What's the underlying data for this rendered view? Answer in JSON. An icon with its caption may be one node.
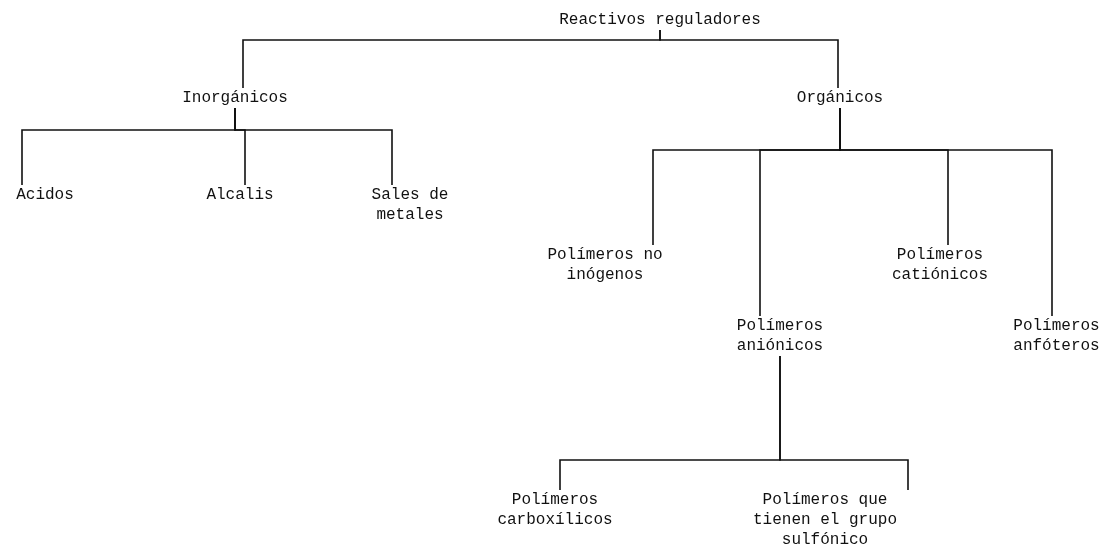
{
  "diagram": {
    "nodes": [
      {
        "text": [
          "Reactivos reguladores"
        ]
      },
      {
        "text": [
          "Inorgánicos"
        ]
      },
      {
        "text": [
          "Orgánicos"
        ]
      },
      {
        "text": [
          "Acidos"
        ]
      },
      {
        "text": [
          "Alcalis"
        ]
      },
      {
        "text": [
          "Sales de metales"
        ]
      },
      {
        "text": [
          "Polímeros no inógenos"
        ]
      },
      {
        "text": [
          "Polímeros aniónicos"
        ]
      },
      {
        "text": [
          "Polímeros catiónicos"
        ]
      },
      {
        "text": [
          "Polímeros anfóteros"
        ]
      },
      {
        "text": [
          "Polímeros carboxílicos"
        ]
      },
      {
        "text": [
          "Polímeros que tienen el grupo sulfónico"
        ]
      }
    ],
    "edges": [
      {
        "from": 0,
        "to": 1,
        "arrow": "none"
      },
      {
        "from": 0,
        "to": 2,
        "arrow": "none"
      },
      {
        "from": 1,
        "to": 3,
        "arrow": "none"
      },
      {
        "from": 1,
        "to": 4,
        "arrow": "none"
      },
      {
        "from": 1,
        "to": 5,
        "arrow": "none"
      },
      {
        "from": 2,
        "to": 6,
        "arrow": "none"
      },
      {
        "from": 2,
        "to": 7,
        "arrow": "none"
      },
      {
        "from": 2,
        "to": 8,
        "arrow": "none"
      },
      {
        "from": 2,
        "to": 9,
        "arrow": "none"
      },
      {
        "from": 7,
        "to": 10,
        "arrow": "none"
      },
      {
        "from": 7,
        "to": 11,
        "arrow": "none"
      }
    ]
  }
}
